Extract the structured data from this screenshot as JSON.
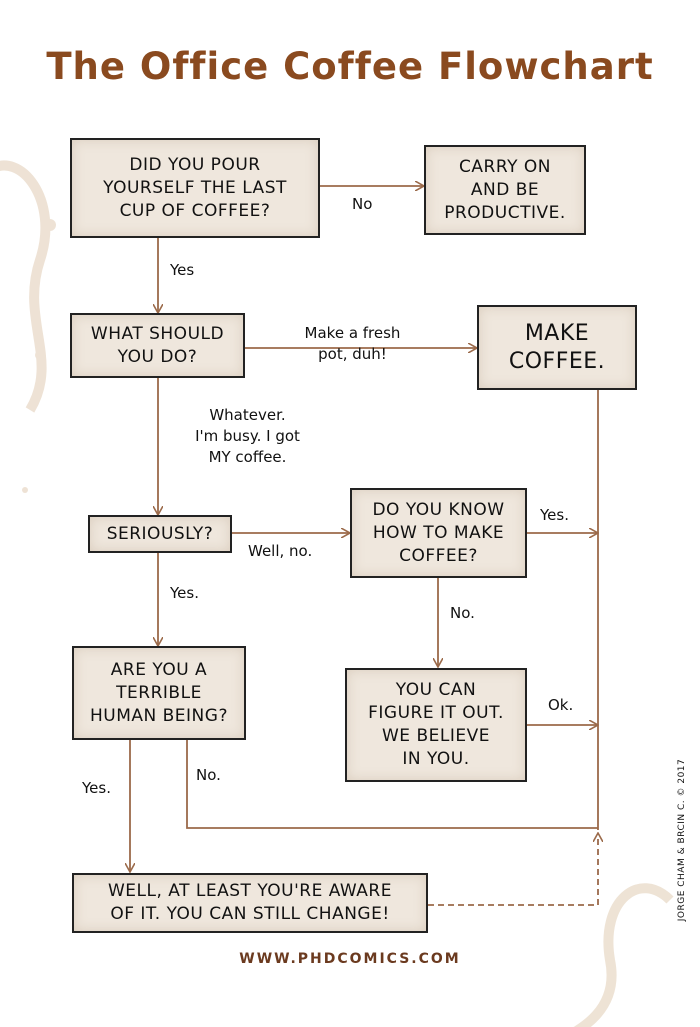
{
  "title": "The Office Coffee Flowchart",
  "nodes": {
    "q_last_cup": "DID YOU POUR\nYOURSELF THE LAST\nCUP OF COFFEE?",
    "carry_on": "CARRY ON\nAND BE\nPRODUCTIVE.",
    "what_do": "WHAT SHOULD\nYOU DO?",
    "make_coffee": "MAKE\nCOFFEE.",
    "seriously": "SERIOUSLY?",
    "know_how": "DO YOU KNOW\nHOW TO MAKE\nCOFFEE?",
    "terrible": "ARE YOU A\nTERRIBLE\nHUMAN BEING?",
    "figure_out": "YOU CAN\nFIGURE IT OUT.\nWE BELIEVE\nIN YOU.",
    "aware": "WELL, AT LEAST YOU'RE AWARE\nOF IT. YOU CAN STILL CHANGE!"
  },
  "edges": {
    "no1": "No",
    "yes1": "Yes",
    "fresh_pot": "Make a fresh\npot, duh!",
    "whatever": "Whatever.\nI'm busy. I got\nMY coffee.",
    "well_no": "Well, no.",
    "yes_know": "Yes.",
    "no_know": "No.",
    "yes_serious": "Yes.",
    "ok": "Ok.",
    "yes_terrible": "Yes.",
    "no_terrible": "No."
  },
  "footer": "WWW.PHDCOMICS.COM",
  "copyright": "JORGE CHAM & BRCIN C. © 2017",
  "colors": {
    "title": "#8a4a1f",
    "line": "#9b6a4a",
    "box": "#efe7dd"
  }
}
